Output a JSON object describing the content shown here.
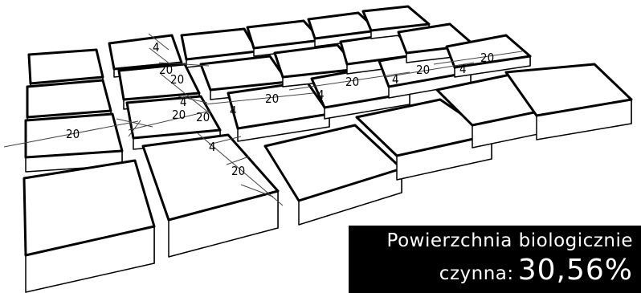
{
  "dimension_labels": {
    "d1": "20",
    "d2": "4",
    "d3": "20",
    "d4": "4",
    "d5": "20",
    "d6": "4",
    "d7": "20",
    "d8": "20",
    "d9": "4",
    "d10": "20",
    "d11": "4",
    "d12": "20",
    "d13": "20",
    "d14": "4",
    "d15": "20",
    "d16": "4",
    "d17": "20"
  },
  "info": {
    "line1": "Powierzchnia biologicznie",
    "line2_label": "czynna:",
    "value": "30,56%"
  },
  "colors": {
    "paver_fill": "#ffffff",
    "outline": "#000000",
    "info_background": "#000000",
    "info_text": "#ffffff"
  }
}
